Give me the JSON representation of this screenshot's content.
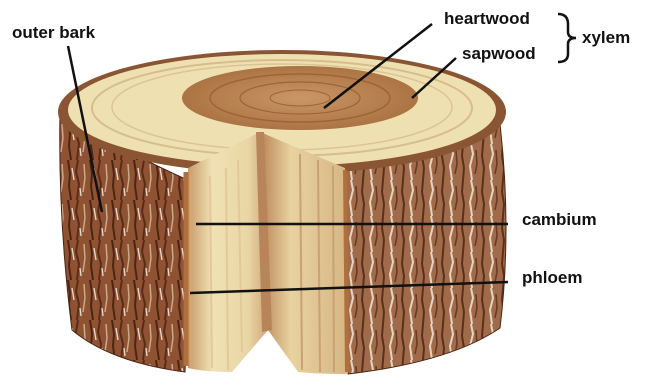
{
  "labels": {
    "outer_bark": "outer bark",
    "heartwood": "heartwood",
    "sapwood": "sapwood",
    "xylem": "xylem",
    "cambium": "cambium",
    "phloem": "phloem"
  },
  "colors": {
    "bark_dark": "#6b3a22",
    "bark_mid": "#9a5a38",
    "bark_light": "#d9c2a6",
    "heartwood": "#b9855a",
    "sapwood": "#efe2b6",
    "inner_wood": "#f3e6bf",
    "leader_line": "#111111"
  }
}
